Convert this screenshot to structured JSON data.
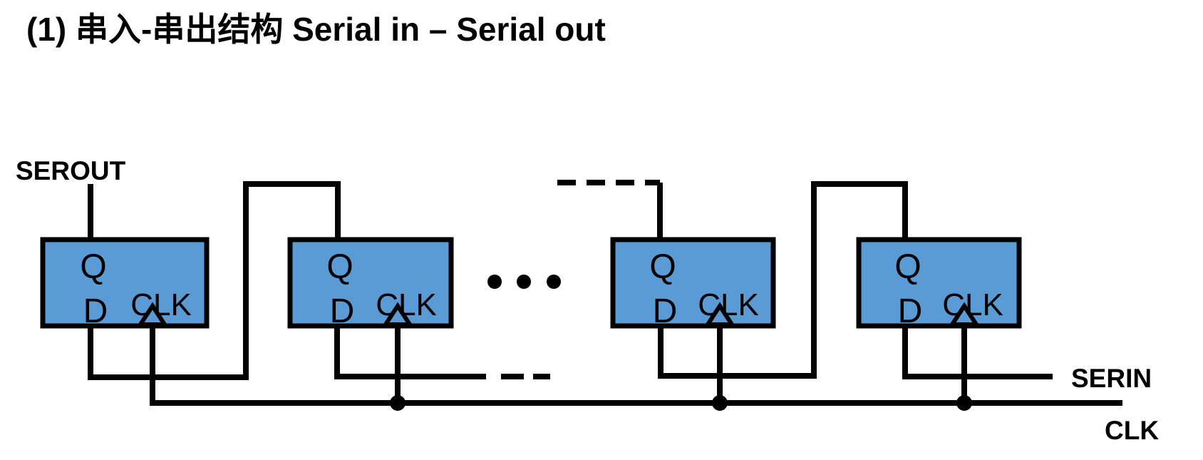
{
  "title": "(1) 串入-串出结构 Serial in – Serial out",
  "labels": {
    "serout": "SEROUT",
    "serin": "SERIN",
    "clk_bus": "CLK"
  },
  "flipflops": [
    {
      "q": "Q",
      "d": "D",
      "clk": "CLK"
    },
    {
      "q": "Q",
      "d": "D",
      "clk": "CLK"
    },
    {
      "q": "Q",
      "d": "D",
      "clk": "CLK"
    },
    {
      "q": "Q",
      "d": "D",
      "clk": "CLK"
    }
  ],
  "omitted_stages_marker": "three dots between stage 2 and stage 3",
  "colors": {
    "box_fill": "#5B9BD5",
    "stroke": "#000000",
    "background": "#FFFFFF",
    "text": "#000000"
  }
}
